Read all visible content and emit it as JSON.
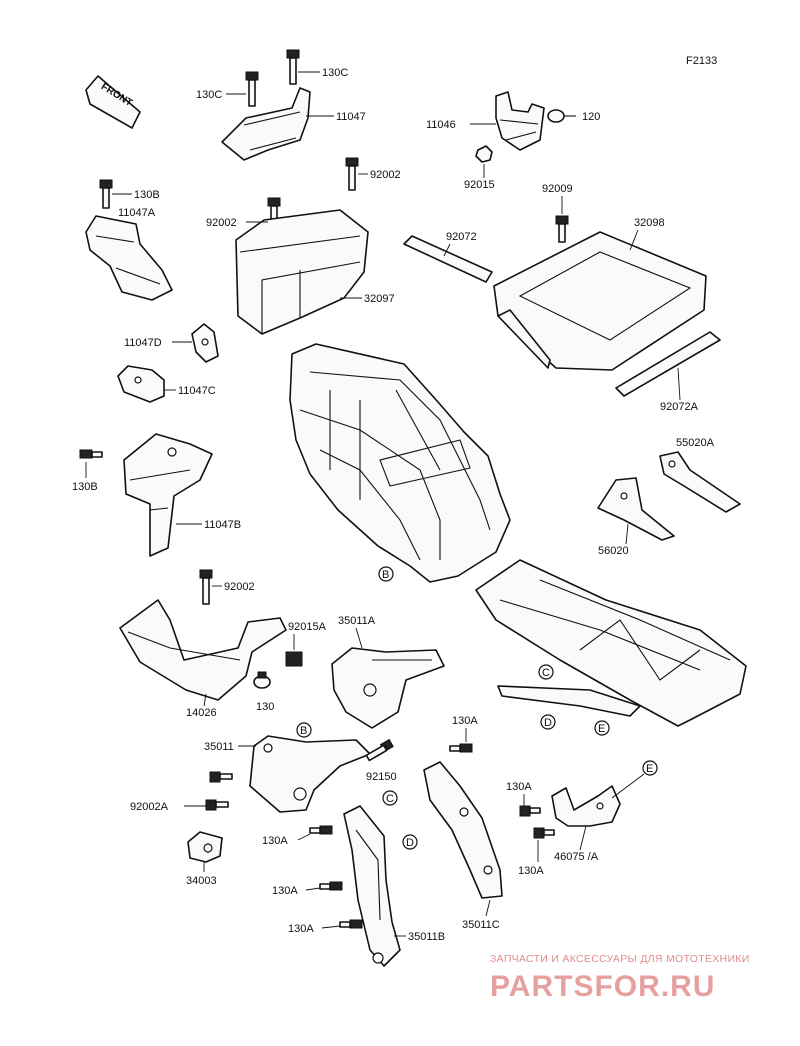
{
  "diagram_id": "F2133",
  "front_tag": "FRONT",
  "labels": {
    "l130c_a": "130C",
    "l130c_b": "130C",
    "l11047": "11047",
    "l11046": "11046",
    "l120": "120",
    "l92002_a": "92002",
    "l92015": "92015",
    "l92009": "92009",
    "l130b_a": "130B",
    "l11047a": "11047A",
    "l92002_b": "92002",
    "l92072": "92072",
    "l32098": "32098",
    "l32097": "32097",
    "l11047d": "11047D",
    "l11047c": "11047C",
    "l92072a": "92072A",
    "l55020a": "55020A",
    "l130b_b": "130B",
    "l11047b": "11047B",
    "l56020": "56020",
    "l92002_c": "92002",
    "l92015a": "92015A",
    "l35011a": "35011A",
    "l14026": "14026",
    "l130": "130",
    "l130a_a": "130A",
    "l35011": "35011",
    "l92150": "92150",
    "l130a_b": "130A",
    "l92002a": "92002A",
    "l130a_c": "130A",
    "l34003": "34003",
    "l46075": "46075 /A",
    "l130a_d": "130A",
    "l130a_e": "130A",
    "l130a_f": "130A",
    "l35011b": "35011B",
    "l35011c": "35011C"
  },
  "callouts": {
    "b1": "B",
    "b2": "B",
    "c1": "C",
    "c2": "C",
    "d1": "D",
    "d2": "D",
    "e1": "E",
    "e2": "E"
  },
  "watermark": {
    "tagline": "ЗАПЧАСТИ И АКСЕССУАРЫ ДЛЯ МОТОТЕХНИКИ",
    "logo": "PARTSFOR.RU",
    "color": "#e07c7c"
  }
}
